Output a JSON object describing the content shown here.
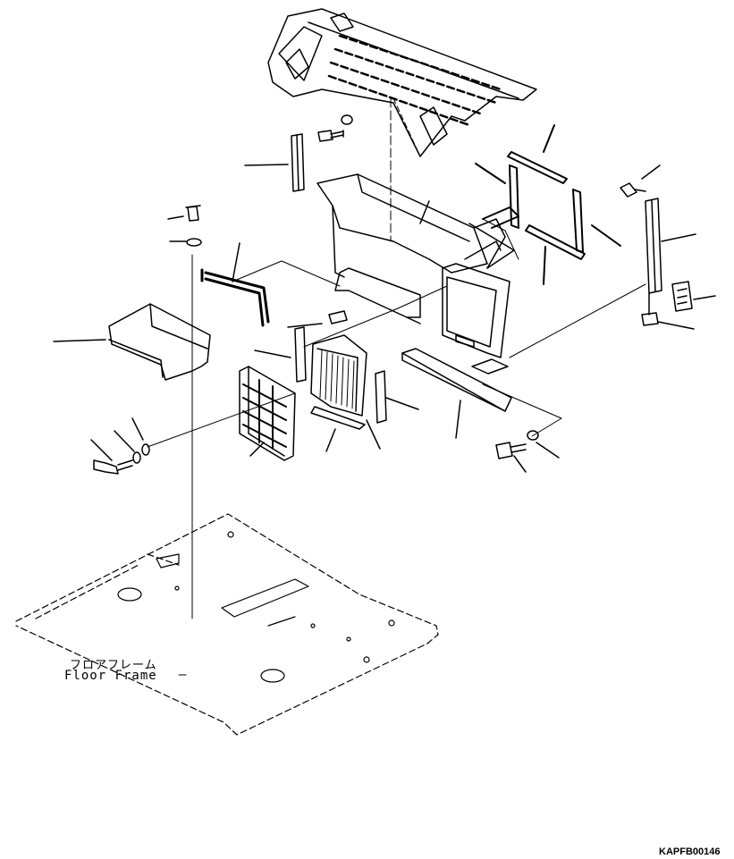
{
  "labels": {
    "floor_frame_jp": "フロアフレーム",
    "floor_frame_en": "Floor Frame"
  },
  "drawing_code": "KAPFB00146",
  "line_color": "#000000",
  "background": "#ffffff"
}
